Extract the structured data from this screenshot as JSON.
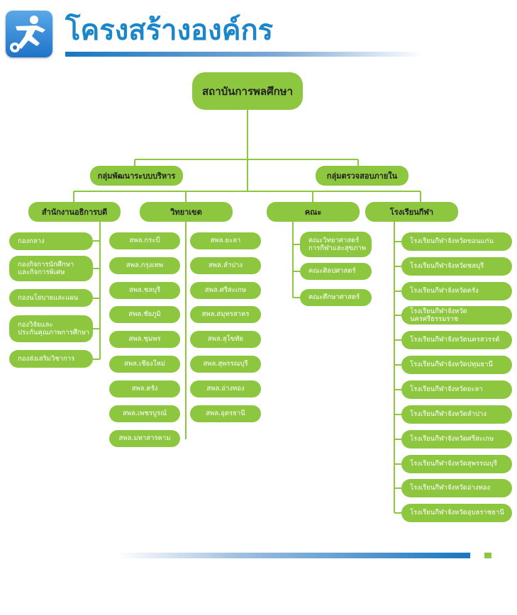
{
  "header": {
    "title": "โครงสร้างองค์กร",
    "logo_icon": "soccer-player-icon"
  },
  "colors": {
    "node_green": "#8dc63f",
    "title_blue": "#1b86c9"
  },
  "org": {
    "root": "สถาบันการพลศึกษา",
    "support": [
      "กลุ่มพัฒนาระบบบริหาร",
      "กลุ่มตรวจสอบภายใน"
    ],
    "divisions": [
      "สำนักงานอธิการบดี",
      "วิทยาเขต",
      "คณะ",
      "โรงเรียนกีฬา"
    ],
    "office_units": [
      "กองกลาง",
      "กองกิจการนักศึกษา\nและกิจการพิเศษ",
      "กองนโยบายและแผน",
      "กองวิจัยและ\nประกันคุณภาพการศึกษา",
      "กองส่งเสริมวิชาการ"
    ],
    "campuses_col1": [
      "สพล.กระบี่",
      "สพล.กรุงเทพ",
      "สพล.ชลบุรี",
      "สพล.ชัยภูมิ",
      "สพล.ชุมพร",
      "สพล.เชียงใหม่",
      "สพล.ตรัง",
      "สพล.เพชรบูรณ์",
      "สพล.มหาสารคาม"
    ],
    "campuses_col2": [
      "สพล.ยะลา",
      "สพล.ลำปาง",
      "สพล.ศรีสะเกษ",
      "สพล.สมุทรสาคร",
      "สพล.สุโขทัย",
      "สพล.สุพรรณบุรี",
      "สพล.อ่างทอง",
      "สพล.อุดรธานี"
    ],
    "faculties": [
      "คณะวิทยาศาสตร์\nการกีฬาและสุขภาพ",
      "คณะศิลปศาสตร์",
      "คณะศึกษาศาสตร์"
    ],
    "sports_schools": [
      "โรงเรียนกีฬาจังหวัดขอนแก่น",
      "โรงเรียนกีฬาจังหวัดชลบุรี",
      "โรงเรียนกีฬาจังหวัดตรัง",
      "โรงเรียนกีฬาจังหวัดนครศรีธรรมราช",
      "โรงเรียนกีฬาจังหวัดนครสวรรค์",
      "โรงเรียนกีฬาจังหวัดปทุมธานี",
      "โรงเรียนกีฬาจังหวัดยะลา",
      "โรงเรียนกีฬาจังหวัดลำปาง",
      "โรงเรียนกีฬาจังหวัดศรีสะเกษ",
      "โรงเรียนกีฬาจังหวัดสุพรรณบุรี",
      "โรงเรียนกีฬาจังหวัดอ่างทอง",
      "โรงเรียนกีฬาจังหวัดอุบลราชธานี"
    ]
  }
}
